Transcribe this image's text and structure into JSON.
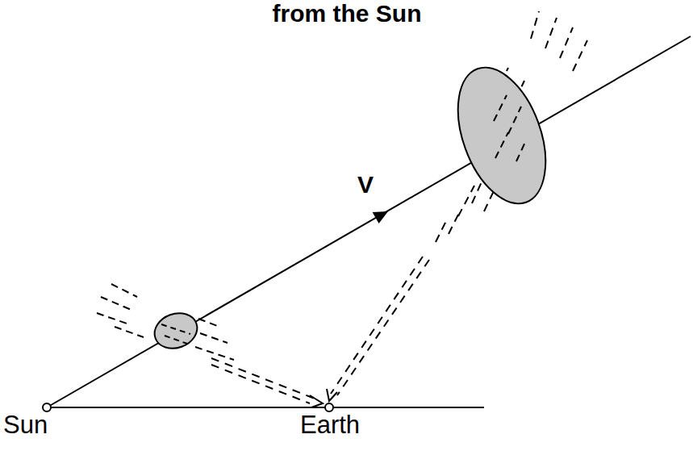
{
  "diagram": {
    "title": "from the Sun",
    "labels": [
      "V",
      "Sun",
      "Earth"
    ]
  }
}
